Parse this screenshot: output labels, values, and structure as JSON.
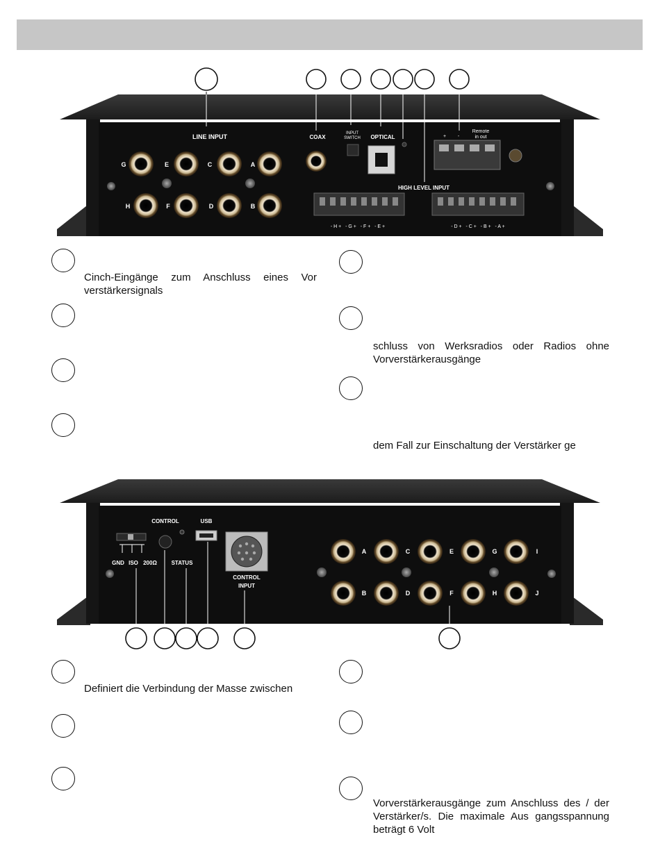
{
  "device1": {
    "labels": {
      "line_input": "LINE INPUT",
      "coax": "COAX",
      "input_switch_1": "INPUT",
      "input_switch_2": "SWITCH",
      "optical": "OPTICAL",
      "high_level_input": "HIGH LEVEL INPUT",
      "plus": "+",
      "minus": "-",
      "remote": "Remote",
      "in_out": "in  out",
      "ch_g": "G",
      "ch_e": "E",
      "ch_c": "C",
      "ch_a": "A",
      "ch_h": "H",
      "ch_f": "F",
      "ch_d": "D",
      "ch_b": "B",
      "term_left": "- H +   - G +   - F +   - E +",
      "term_right": "- D +   - C +   - B +   - A +"
    }
  },
  "device2": {
    "labels": {
      "control": "CONTROL",
      "usb": "USB",
      "gnd": "GND",
      "iso": "ISO",
      "ohm": "200Ω",
      "status": "STATUS",
      "control_input_1": "CONTROL",
      "control_input_2": "INPUT",
      "ch_a": "A",
      "ch_c": "C",
      "ch_e": "E",
      "ch_g": "G",
      "ch_i": "I",
      "ch_b": "B",
      "ch_d": "D",
      "ch_f": "F",
      "ch_h": "H",
      "ch_j": "J"
    }
  },
  "descriptions": {
    "s1_left_1": "Cinch-Eingänge zum Anschluss eines Vor verstärkersignals",
    "s1_right_2": "schluss von Werksradios oder Radios ohne Vorverstärkerausgänge",
    "s1_right_3": "dem Fall zur Einschaltung der Verstärker ge",
    "s2_left_1": "Definiert die Verbindung der Masse zwischen",
    "s2_right_3": "Vorverstärkerausgänge zum Anschluss des / der Verstärker/s. Die maximale Aus gangsspannung beträgt 6 Volt"
  }
}
